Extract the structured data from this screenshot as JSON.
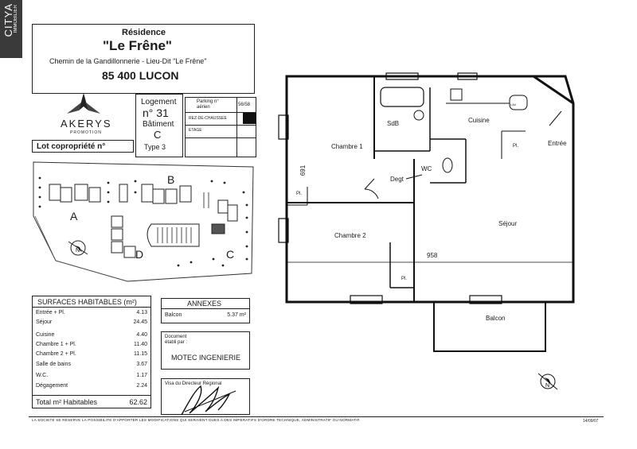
{
  "agency": {
    "logo_text": "CITYA",
    "sub_text": "IMMOBILIER"
  },
  "header": {
    "residence_label": "Résidence",
    "residence_name": "\"Le Frêne\"",
    "address": "Chemin de la Gandillonnerie - Lieu-Dit \"Le Frêne\"",
    "city": "85 400 LUCON"
  },
  "developer": {
    "name": "AKERYS",
    "sub": "PROMOTION"
  },
  "lot": {
    "label": "Lot copropriété n°"
  },
  "logement": {
    "label": "Logement",
    "number": "n° 31",
    "batiment_label": "Bâtiment",
    "batiment": "C",
    "type": "Type 3"
  },
  "parking": {
    "label": "Parking n° aérien",
    "value": "56/58",
    "rows": [
      "REZ-DE-CHAUSSEE",
      "ETAGE"
    ]
  },
  "site_plan": {
    "buildings": [
      "A",
      "B",
      "C",
      "D"
    ]
  },
  "surfaces": {
    "title": "SURFACES HABITABLES (m²)",
    "rows": [
      {
        "label": "Entrée + Pl.",
        "value": "4.13"
      },
      {
        "label": "Séjour",
        "value": "24.45"
      },
      {
        "label": "Cuisine",
        "value": "4.40"
      },
      {
        "label": "Chambre 1 + Pl.",
        "value": "11.40"
      },
      {
        "label": "Chambre 2 + Pl.",
        "value": "11.15"
      },
      {
        "label": "Salle de bains",
        "value": "3.67"
      },
      {
        "label": "W.C.",
        "value": "1.17"
      },
      {
        "label": "Dégagement",
        "value": "2.24"
      }
    ],
    "total_label": "Total m² Habitables",
    "total_value": "62.62"
  },
  "annexes": {
    "title": "ANNEXES",
    "rows": [
      {
        "label": "Balcon",
        "value": "5.37 m²"
      }
    ]
  },
  "document": {
    "label": "Document établi par :",
    "author": "MOTEC INGENIERIE"
  },
  "visa": {
    "label": "Visa du Directeur Régional"
  },
  "footer": {
    "disclaimer": "LA SOCIETE SE RESERVE LA POSSIBILITE D'APPORTER LES MODIFICATIONS QUI SERAIENT DUES A DES IMPERATIFS D'ORDRE TECHNIQUE, ADMINISTRATIF OU NORMATIF.",
    "date": "14/09/07"
  },
  "plan": {
    "rooms": {
      "sdb": "SdB",
      "cuisine": "Cuisine",
      "chambre1": "Chambre 1",
      "entree": "Entrée",
      "wc": "WC",
      "degt": "Degt",
      "pl": "Pl.",
      "sejour": "Séjour",
      "chambre2": "Chambre 2",
      "balcon": "Balcon",
      "lave": "LAV"
    },
    "dim_691": "691",
    "dim_958": "958"
  }
}
